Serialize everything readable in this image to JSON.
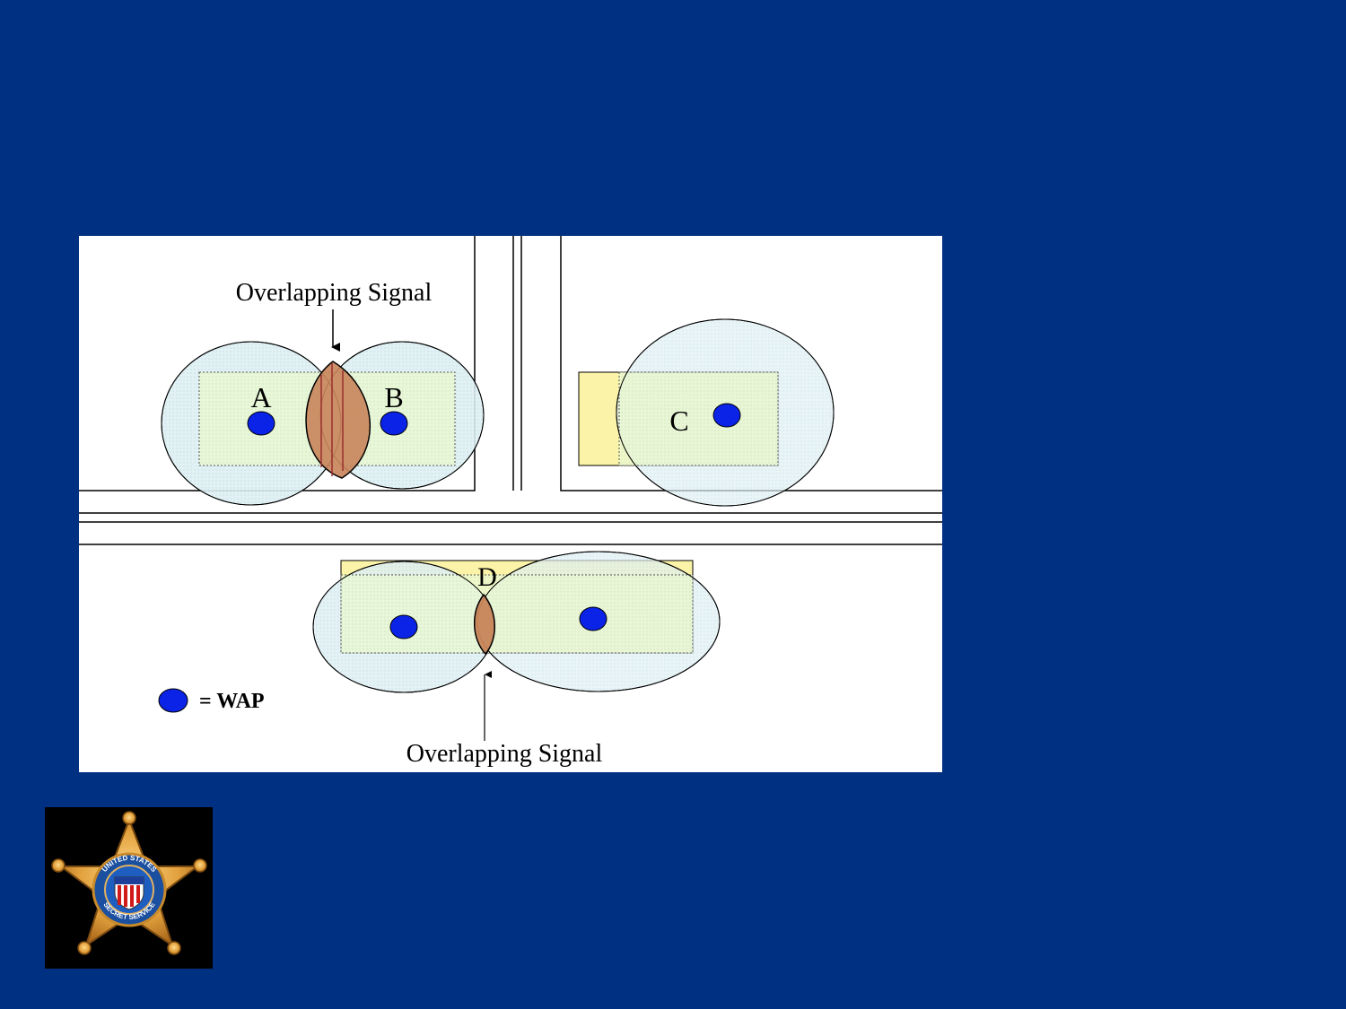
{
  "slide": {
    "background": "#003082"
  },
  "diagram": {
    "top_callout": "Overlapping Signal",
    "bottom_callout": "Overlapping Signal",
    "building_labels": {
      "a": "A",
      "b": "B",
      "c": "C",
      "d": "D"
    },
    "legend": {
      "symbol": "wap-dot",
      "text": "= WAP"
    },
    "colors": {
      "coverage_fill": "#d6ecf0",
      "building_fill": "#e8f7cf",
      "building_yellow": "#fbf3a7",
      "overlap_fill": "#c8845a",
      "wap_dot": "#0a23e6"
    }
  },
  "logo": {
    "name": "United States Secret Service star badge",
    "text": "UNITED STATES SECRET SERVICE"
  }
}
